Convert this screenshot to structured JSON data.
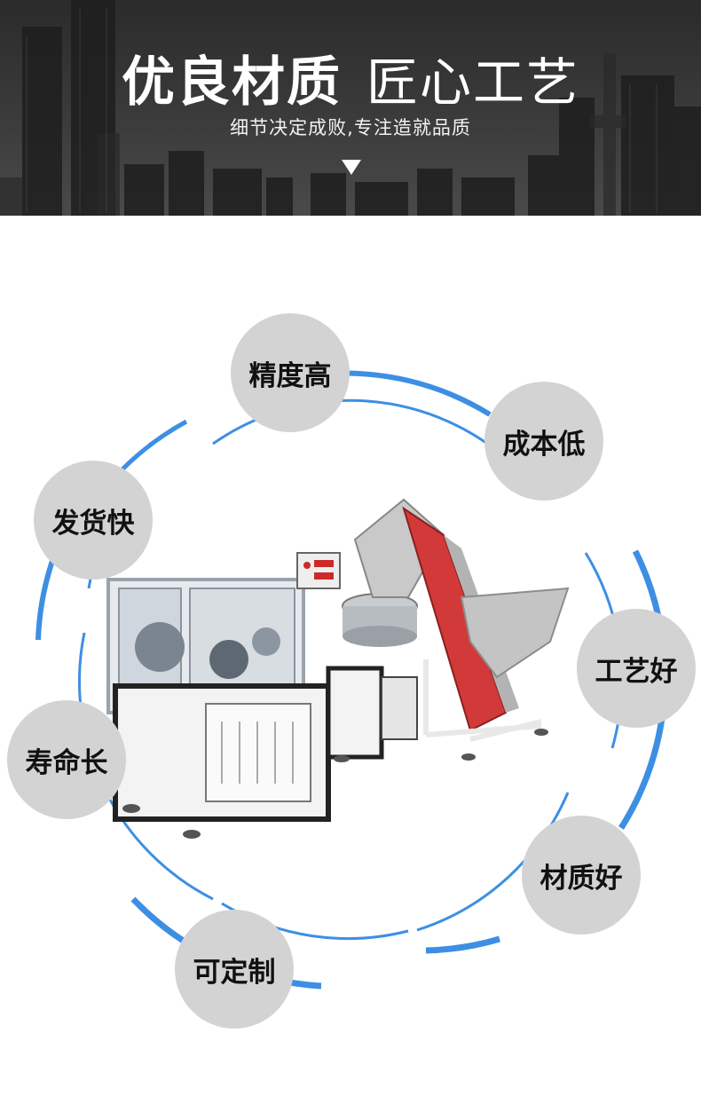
{
  "banner": {
    "title_bold": "优良材质",
    "title_light": "匠心工艺",
    "subtitle": "细节决定成败,专注造就品质",
    "arrow_icon": "triangle-down-icon"
  },
  "features": [
    {
      "label": "精度高"
    },
    {
      "label": "成本低"
    },
    {
      "label": "发货快"
    },
    {
      "label": "工艺好"
    },
    {
      "label": "寿命长"
    },
    {
      "label": "材质好"
    },
    {
      "label": "可定制"
    }
  ],
  "colors": {
    "ring_blue": "#3d8fe3",
    "badge_gray": "#d3d3d3",
    "banner_dark": "#333333",
    "conveyor_red": "#d23a3a",
    "steel": "#b8b8b8"
  }
}
